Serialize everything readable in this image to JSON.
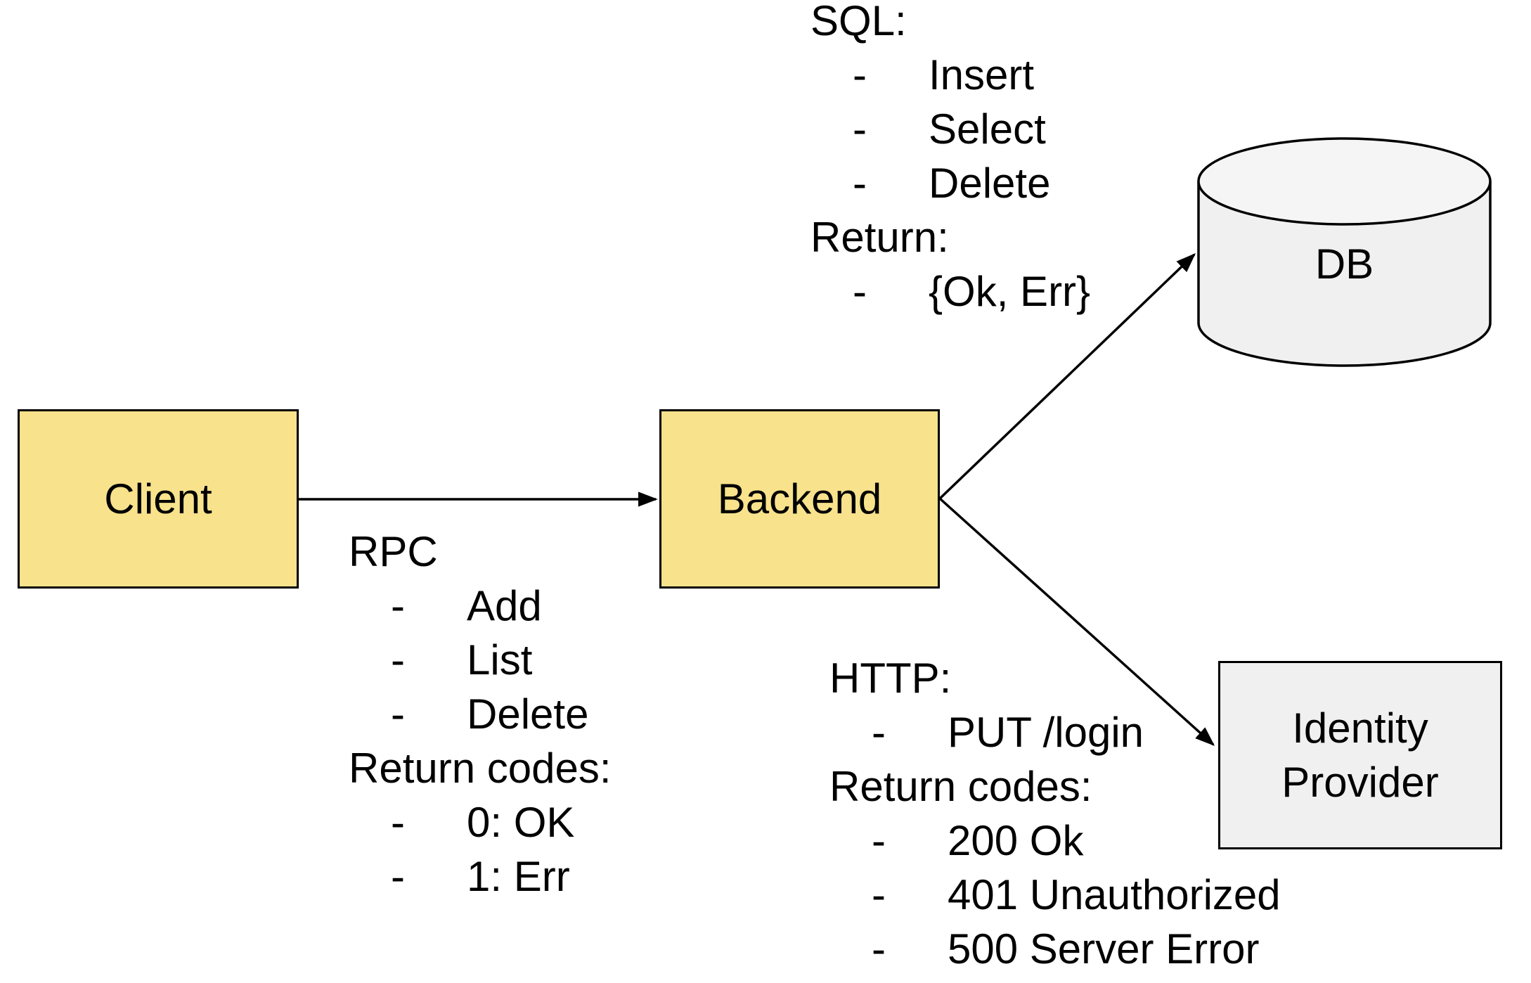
{
  "canvas": {
    "background": "#ffffff"
  },
  "colors": {
    "node_yellow": "#F8E28C",
    "node_gray": "#F0F0F0",
    "cylinder_top": "#F5F5F5",
    "stroke": "#000000",
    "text": "#000000"
  },
  "bullet_char": "-",
  "nodes": {
    "client": {
      "label": "Client",
      "shape": "rect"
    },
    "backend": {
      "label": "Backend",
      "shape": "rect"
    },
    "db": {
      "label": "DB",
      "shape": "cylinder"
    },
    "identity_provider": {
      "label": "Identity Provider",
      "shape": "rect"
    }
  },
  "edges": [
    {
      "from": "client",
      "to": "backend",
      "annotation": "rpc"
    },
    {
      "from": "backend",
      "to": "db",
      "annotation": "sql"
    },
    {
      "from": "backend",
      "to": "identity_provider",
      "annotation": "http"
    }
  ],
  "annotations": {
    "rpc": {
      "heading": "RPC",
      "items": [
        "Add",
        "List",
        "Delete"
      ],
      "subheading": "Return codes:",
      "subitems": [
        "0: OK",
        "1: Err"
      ]
    },
    "sql": {
      "heading": "SQL:",
      "items": [
        "Insert",
        "Select",
        "Delete"
      ],
      "subheading": "Return:",
      "subitems": [
        "{Ok, Err}"
      ]
    },
    "http": {
      "heading": "HTTP:",
      "items": [
        "PUT /login"
      ],
      "subheading": "Return codes:",
      "subitems": [
        "200 Ok",
        "401 Unauthorized",
        "500 Server Error"
      ]
    }
  }
}
